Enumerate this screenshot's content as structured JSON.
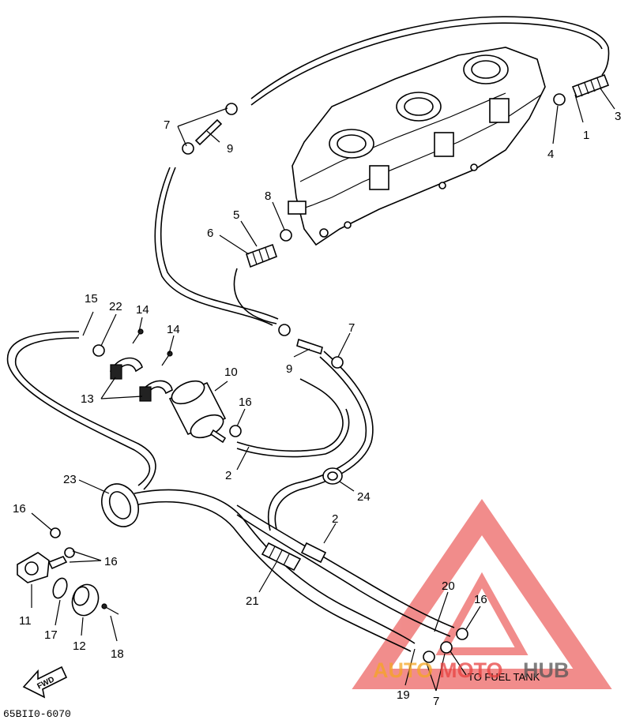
{
  "diagram": {
    "callouts": [
      {
        "id": "c1",
        "text": "1"
      },
      {
        "id": "c2a",
        "text": "2"
      },
      {
        "id": "c2b",
        "text": "2"
      },
      {
        "id": "c3",
        "text": "3"
      },
      {
        "id": "c4",
        "text": "4"
      },
      {
        "id": "c5",
        "text": "5"
      },
      {
        "id": "c6",
        "text": "6"
      },
      {
        "id": "c7a",
        "text": "7"
      },
      {
        "id": "c7b",
        "text": "7"
      },
      {
        "id": "c7c",
        "text": "7"
      },
      {
        "id": "c8",
        "text": "8"
      },
      {
        "id": "c9a",
        "text": "9"
      },
      {
        "id": "c9b",
        "text": "9"
      },
      {
        "id": "c10",
        "text": "10"
      },
      {
        "id": "c11",
        "text": "11"
      },
      {
        "id": "c12",
        "text": "12"
      },
      {
        "id": "c13",
        "text": "13"
      },
      {
        "id": "c14a",
        "text": "14"
      },
      {
        "id": "c14b",
        "text": "14"
      },
      {
        "id": "c15",
        "text": "15"
      },
      {
        "id": "c16a",
        "text": "16"
      },
      {
        "id": "c16b",
        "text": "16"
      },
      {
        "id": "c16c",
        "text": "16"
      },
      {
        "id": "c16d",
        "text": "16"
      },
      {
        "id": "c17",
        "text": "17"
      },
      {
        "id": "c18",
        "text": "18"
      },
      {
        "id": "c19",
        "text": "19"
      },
      {
        "id": "c20",
        "text": "20"
      },
      {
        "id": "c21",
        "text": "21"
      },
      {
        "id": "c22",
        "text": "22"
      },
      {
        "id": "c23",
        "text": "23"
      },
      {
        "id": "c24",
        "text": "24"
      }
    ],
    "fuel_tank_label": "TO FUEL TANK",
    "fwd_label": "FWD",
    "drawing_code": "65BII0-6070"
  },
  "watermark": {
    "part1": "AUTO",
    "part2": "MOTO",
    "part3": "HUB",
    "color_orange": "#f5a623",
    "color_red": "#e8413f",
    "color_dark": "#555555"
  }
}
